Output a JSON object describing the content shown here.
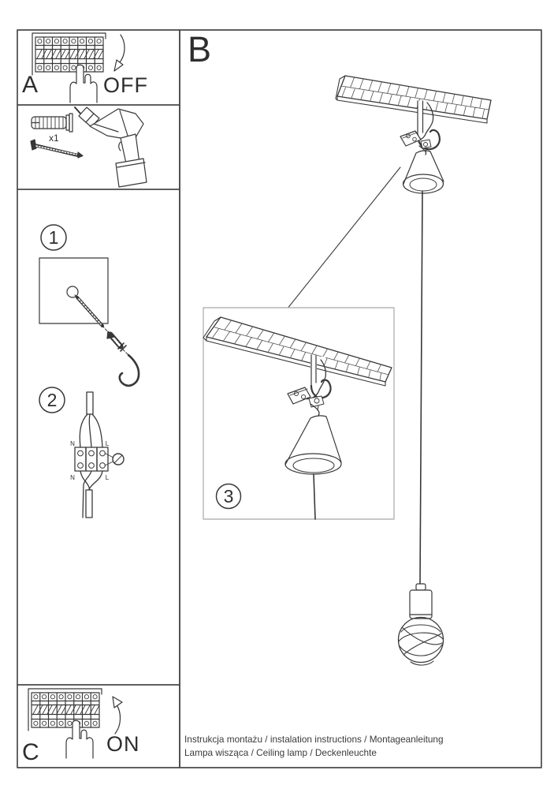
{
  "panel_a": {
    "label": "A",
    "switch_state": "OFF"
  },
  "parts": {
    "plug_quantity": "x1"
  },
  "step_1": {
    "number": "1"
  },
  "step_2": {
    "number": "2",
    "terminals": {
      "top_left": "N",
      "top_right": "L",
      "bottom_left": "N",
      "bottom_right": "L"
    }
  },
  "step_3": {
    "number": "3"
  },
  "panel_b": {
    "label": "B"
  },
  "panel_c": {
    "label": "C",
    "switch_state": "ON"
  },
  "footer": {
    "line_1": "Instrukcja montażu / instalation instructions / Montageanleitung",
    "line_2": "Lampa wisząca / Ceiling lamp  / Deckenleuchte"
  },
  "colors": {
    "line": "#383838",
    "frame": "#4a4a4a",
    "inset_frame": "#b5b5b5",
    "background": "#ffffff"
  }
}
